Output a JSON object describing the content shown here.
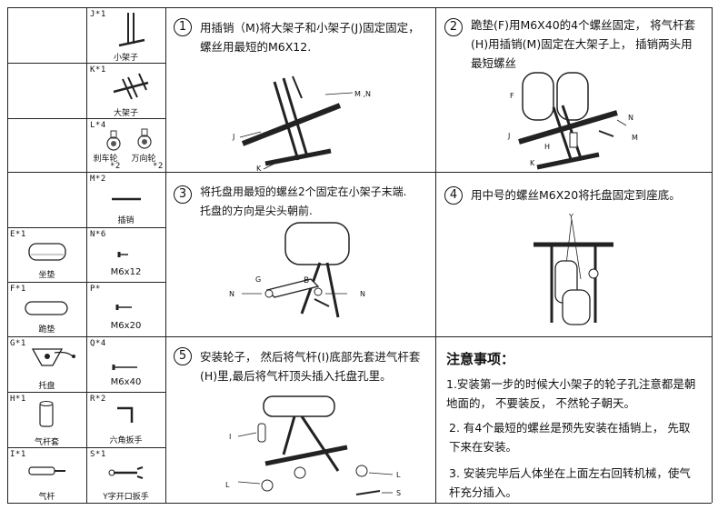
{
  "parts": [
    {
      "code": "J*1",
      "name": "小架子"
    },
    {
      "code": "K*1",
      "name": "大架子"
    },
    {
      "code": "L*4",
      "name": "刹车轮",
      "name2": "万向轮",
      "qty1": "*2",
      "qty2": "*2"
    },
    {
      "code": "M*2",
      "name": "插销"
    },
    {
      "code": "E*1",
      "name": "坐垫"
    },
    {
      "code": "N*6",
      "name": "M6x12"
    },
    {
      "code": "F*1",
      "name": "跪垫"
    },
    {
      "code": "P*",
      "name": "M6x20"
    },
    {
      "code": "G*1",
      "name": "托盘"
    },
    {
      "code": "Q*4",
      "name": "M6x40"
    },
    {
      "code": "H*1",
      "name": "气杆套"
    },
    {
      "code": "R*2",
      "name": "六角扳手"
    },
    {
      "code": "I*1",
      "name": "气杆"
    },
    {
      "code": "S*1",
      "name": "Y字开口扳手"
    }
  ],
  "steps": [
    {
      "num": "1",
      "lines": [
        "用插销（M)将大架子和小架子(J)固定固定，",
        "螺丝用最短的M6X12."
      ],
      "labels": [
        "M ,N",
        "J",
        "K"
      ]
    },
    {
      "num": "2",
      "lines": [
        "跪垫(F)用M6X40的4个螺丝固定， 将气杆套",
        "(H)用插销(M)固定在大架子上， 插销两头用",
        "最短螺丝"
      ],
      "labels": [
        "F",
        "J",
        "H",
        "K",
        "N",
        "M"
      ]
    },
    {
      "num": "3",
      "lines": [
        "将托盘用最短的螺丝2个固定在小架子末端.",
        "托盘的方向是尖头朝前."
      ],
      "labels": [
        "G",
        "B",
        "N",
        "N"
      ]
    },
    {
      "num": "4",
      "lines": [
        "用中号的螺丝M6X20将托盘固定到座底。"
      ],
      "labels": [
        "Y"
      ]
    },
    {
      "num": "5",
      "lines": [
        "安装轮子， 然后将气杆(I)底部先套进气杆套",
        "(H)里,最后将气杆顶头插入托盘孔里。"
      ],
      "labels": [
        "I",
        "L",
        "L",
        "S"
      ]
    }
  ],
  "notes": {
    "title": "注意事项：",
    "items": [
      [
        "1.安装第一步的时候大小架子的轮子孔注意都是朝",
        "地面的， 不要装反， 不然轮子朝天。"
      ],
      [
        "2. 有4个最短的螺丝是预先安装在插销上， 先取",
        "下来在安装。"
      ],
      [
        "3. 安装完毕后人体坐在上面左右回转机械，使气",
        "杆充分插入。"
      ]
    ]
  }
}
